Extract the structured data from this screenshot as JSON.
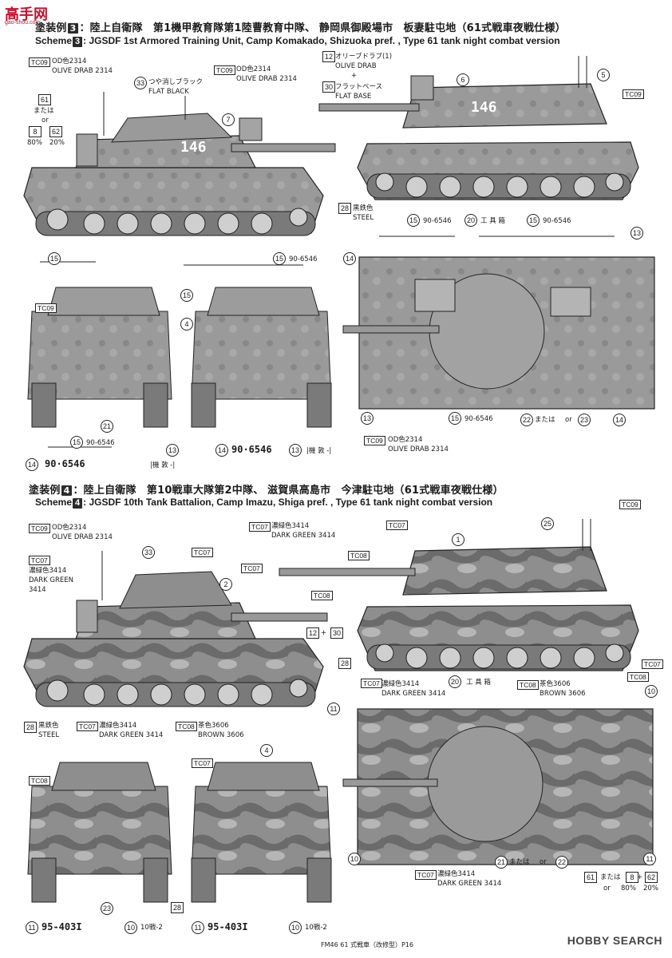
{
  "site_logo": {
    "chars": "高手网",
    "url_text": "gao-shou.com"
  },
  "scheme3": {
    "jp_prefix": "塗装例",
    "num": "3",
    "jp_title": "：陸上自衛隊　第1機甲教育隊第1陸曹教育中隊、 静岡県御殿場市　板妻駐屯地（61式戦車夜戦仕様）",
    "en_prefix": "Scheme",
    "en_title": ": JGSDF 1st Armored Training Unit, Camp Komakado, Shizuoka pref. , Type 61 tank night combat version",
    "turret_number": "146",
    "plate": "90-6546",
    "plate_bottom": "90·6546",
    "unit_mark": "|機 敦 -|",
    "labels": {
      "tc09": "TC09",
      "od_jp": "OD色2314",
      "od_en": "OLIVE DRAB 2314",
      "flat_black_jp": "つや消しブラック",
      "flat_black_en": "FLAT BLACK",
      "olive_jp": "オリーブドラブ(1)",
      "olive_en": "OLIVE DRAB",
      "plus": "+",
      "flat_base_jp": "フラットベース",
      "flat_base_en": "FLAT BASE",
      "steel_jp": "黒鉄色",
      "steel_en": "STEEL",
      "tool_box": "工 具 箱",
      "or_jp": "または",
      "or_en": "or",
      "mix80": "80%",
      "mix20": "20%"
    },
    "callouts": [
      "33",
      "7",
      "12",
      "30",
      "6",
      "5",
      "61",
      "8",
      "62",
      "28",
      "15",
      "20",
      "13",
      "14",
      "4",
      "21",
      "22",
      "23"
    ]
  },
  "scheme4": {
    "jp_prefix": "塗装例",
    "num": "4",
    "jp_title": "：陸上自衛隊　第10戦車大隊第2中隊、 滋賀県高島市　今津駐屯地（61式戦車夜戦仕様）",
    "en_prefix": "Scheme",
    "en_title": ": JGSDF 10th Tank Battalion, Camp Imazu, Shiga pref. , Type 61 tank night combat version",
    "plate": "95-4031",
    "plate_bottom": "95-403I",
    "unit_mark": "10戦-2",
    "labels": {
      "tc09": "TC09",
      "tc07": "TC07",
      "tc08": "TC08",
      "od_jp": "OD色2314",
      "od_en": "OLIVE DRAB 2314",
      "green_jp": "濃緑色3414",
      "green_en": "DARK GREEN 3414",
      "green_en_short": "DARK GREEN",
      "green_num": "3414",
      "brown_jp": "茶色3606",
      "brown_en": "BROWN 3606",
      "steel_jp": "黒鉄色",
      "steel_en": "STEEL",
      "tool_box": "工 具 箱",
      "or_jp": "または",
      "or_en": "or",
      "mix80": "80%",
      "mix20": "20%"
    },
    "callouts": [
      "33",
      "2",
      "12",
      "30",
      "1",
      "25",
      "28",
      "20",
      "10",
      "11",
      "61",
      "8",
      "62",
      "4",
      "21",
      "22",
      "23"
    ]
  },
  "footer": {
    "text": "FM46 61 式戦車（改修型）P16"
  },
  "brand": {
    "text": "HOBBY SEARCH"
  },
  "colors": {
    "olive": "#8d8d8d",
    "green": "#6e6e6e",
    "brown": "#b0b0b0",
    "ink": "#1a1a1a"
  }
}
